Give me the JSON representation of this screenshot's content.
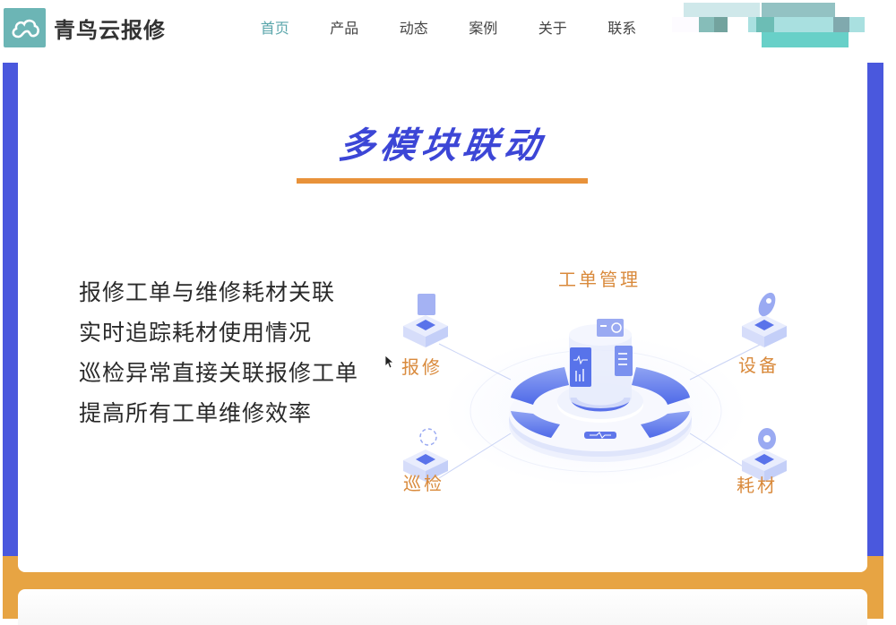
{
  "header": {
    "logo_text": "青鸟云报修",
    "nav": [
      {
        "label": "首页",
        "active": true
      },
      {
        "label": "产品",
        "active": false
      },
      {
        "label": "动态",
        "active": false
      },
      {
        "label": "案例",
        "active": false
      },
      {
        "label": "关于",
        "active": false
      },
      {
        "label": "联系",
        "active": false
      }
    ]
  },
  "section": {
    "title": "多模块联动",
    "features": [
      "报修工单与维修耗材关联",
      "实时追踪耗材使用情况",
      "巡检异常直接关联报修工单",
      "提高所有工单维修效率"
    ]
  },
  "diagram": {
    "center_label": "工单管理",
    "nodes": [
      {
        "label": "报修",
        "icon": "repair-icon"
      },
      {
        "label": "设备",
        "icon": "device-icon"
      },
      {
        "label": "巡检",
        "icon": "inspection-icon"
      },
      {
        "label": "耗材",
        "icon": "consumable-icon"
      }
    ]
  },
  "colors": {
    "accent_teal": "#5aa6ab",
    "logo_bg": "#6cb5b5",
    "title_blue": "#3c46d6",
    "band_blue": "#4a58dd",
    "band_orange": "#e7a443",
    "title_underline": "#e8923a",
    "label_orange": "#d98a3c"
  }
}
